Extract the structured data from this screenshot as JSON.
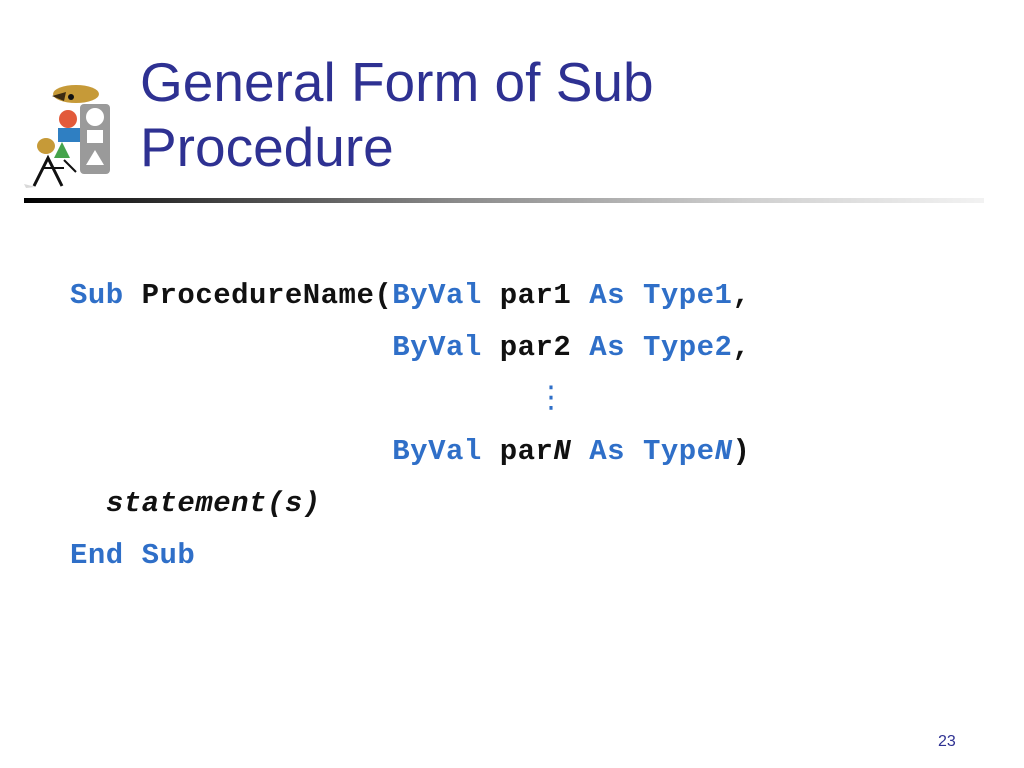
{
  "slide": {
    "title_lines": [
      "General Form of Sub",
      "Procedure"
    ],
    "page_number": "23",
    "colors": {
      "title": "#2e3192",
      "keyword": "#2f6fc8",
      "code_text": "#111111"
    }
  },
  "code": {
    "line1": {
      "sub": "Sub",
      "name": "ProcedureName(",
      "byval": "ByVal",
      "param": "par1",
      "as": "As",
      "type": "Type1",
      "punct": ","
    },
    "line2": {
      "byval": "ByVal",
      "param": "par2",
      "as": "As",
      "type": "Type2",
      "punct": ","
    },
    "ellipsis": "⋮",
    "line3": {
      "byval": "ByVal",
      "param_prefix": "par",
      "param_suffix": "N",
      "as": "As",
      "type_prefix": "Type",
      "type_suffix": "N",
      "punct": ")"
    },
    "statement": "statement(s)",
    "end1": "End",
    "end2": "Sub"
  },
  "logo": {
    "icon": "characters-with-shapes-icon"
  }
}
